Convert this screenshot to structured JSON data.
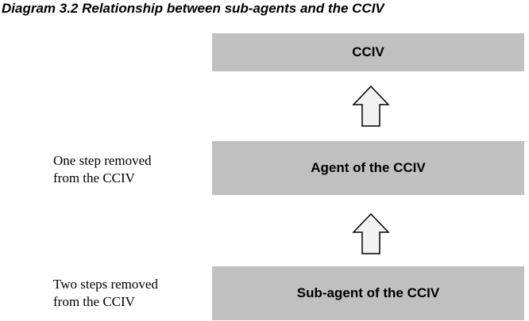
{
  "title": "Diagram 3.2 Relationship between sub-agents and the CCIV",
  "boxes": {
    "top": "CCIV",
    "middle": "Agent of the CCIV",
    "bottom": "Sub-agent of the CCIV"
  },
  "side_labels": {
    "one_step": [
      "One step removed",
      "from the CCIV"
    ],
    "two_steps": [
      "Two steps removed",
      "from the CCIV"
    ]
  },
  "colors": {
    "box_fill": "#c0c0c0",
    "arrow_fill": "#f2f2f2",
    "arrow_stroke": "#000000"
  },
  "icons": [
    "up-arrow-icon",
    "up-arrow-icon"
  ]
}
